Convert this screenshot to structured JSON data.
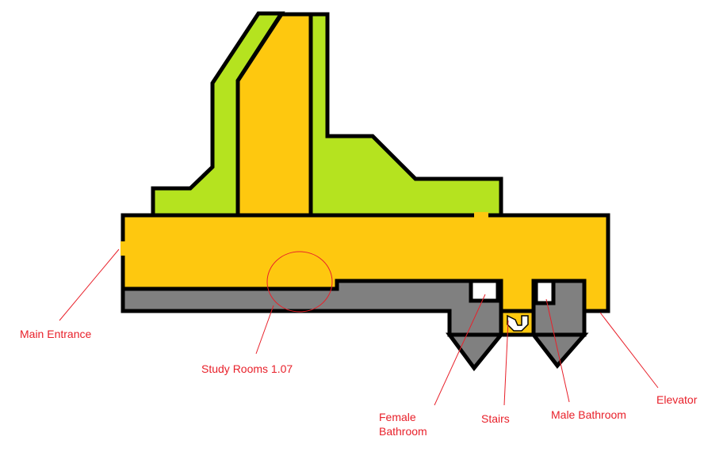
{
  "labels": {
    "main_entrance": "Main Entrance",
    "study_rooms": "Study Rooms 1.07",
    "female_bathroom_line1": "Female",
    "female_bathroom_line2": "Bathroom",
    "stairs": "Stairs",
    "male_bathroom": "Male Bathroom",
    "elevator": "Elevator"
  },
  "colors": {
    "corridor": "#fec80f",
    "green_area": "#b5e31f",
    "rooms": "#808080",
    "wall": "#000000",
    "annotation": "#e8202a"
  }
}
